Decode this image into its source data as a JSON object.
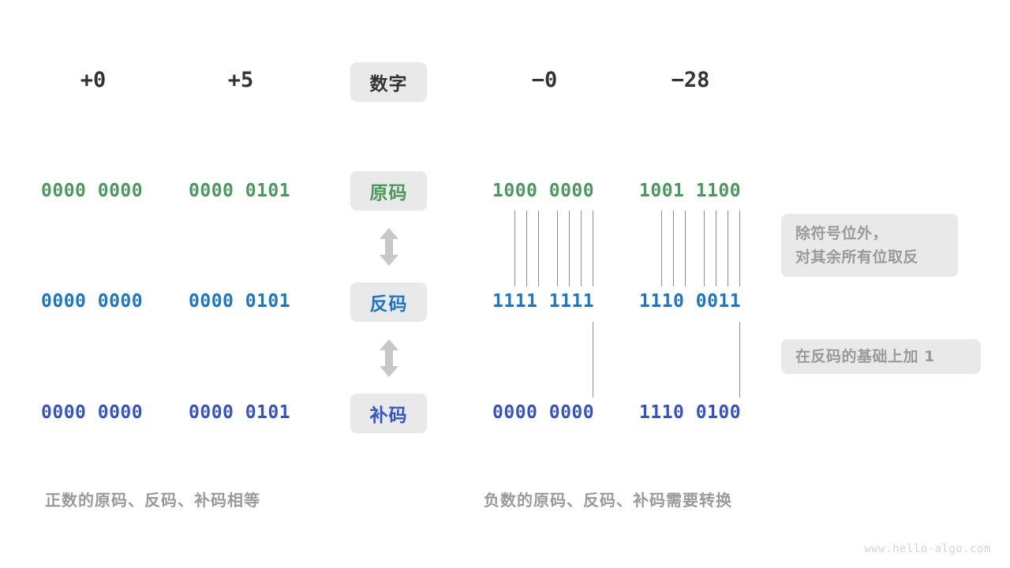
{
  "diagram": {
    "title_row": {
      "label": "数字",
      "columns": [
        {
          "name": "plus-zero",
          "value": "+0"
        },
        {
          "name": "plus-five",
          "value": "+5"
        },
        {
          "name": "minus-zero",
          "value": "−0"
        },
        {
          "name": "minus-28",
          "value": "−28"
        }
      ]
    },
    "rows": [
      {
        "key": "sign-magnitude",
        "label": "原码",
        "label_color": "#4a9a5e",
        "bits_color": "#4a9a5e",
        "cells": [
          "0000 0000",
          "0000 0101",
          "1000 0000",
          "1001 1100"
        ]
      },
      {
        "key": "ones-complement",
        "label": "反码",
        "label_color": "#1976c9",
        "bits_color": "#1976c9",
        "cells": [
          "0000 0000",
          "0000 0101",
          "1111 1111",
          "1110 0011"
        ]
      },
      {
        "key": "twos-complement",
        "label": "补码",
        "label_color": "#3352cc",
        "bits_color": "#3352cc",
        "cells": [
          "0000 0000",
          "0000 0101",
          "0000 0000",
          "1110 0100"
        ]
      }
    ],
    "notes": [
      {
        "key": "invert-note",
        "line1": "除符号位外，",
        "line2": "对其余所有位取反"
      },
      {
        "key": "add-one-note",
        "line1": "在反码的基础上加 1",
        "line2": ""
      }
    ],
    "captions": {
      "left": "正数的原码、反码、补码相等",
      "right": "负数的原码、反码、补码需要转换"
    },
    "watermark": "www.hello-algo.com",
    "colors": {
      "badge_bg": "#e9e9e9",
      "note_bg": "#e9e9e9",
      "text_dark": "#333333",
      "text_muted": "#9a9a9a",
      "tick": "#8c8c8c",
      "arrow": "#c8c8c8",
      "green": "#4a9a5e",
      "blue": "#1976c9",
      "indigo": "#3352cc"
    }
  }
}
